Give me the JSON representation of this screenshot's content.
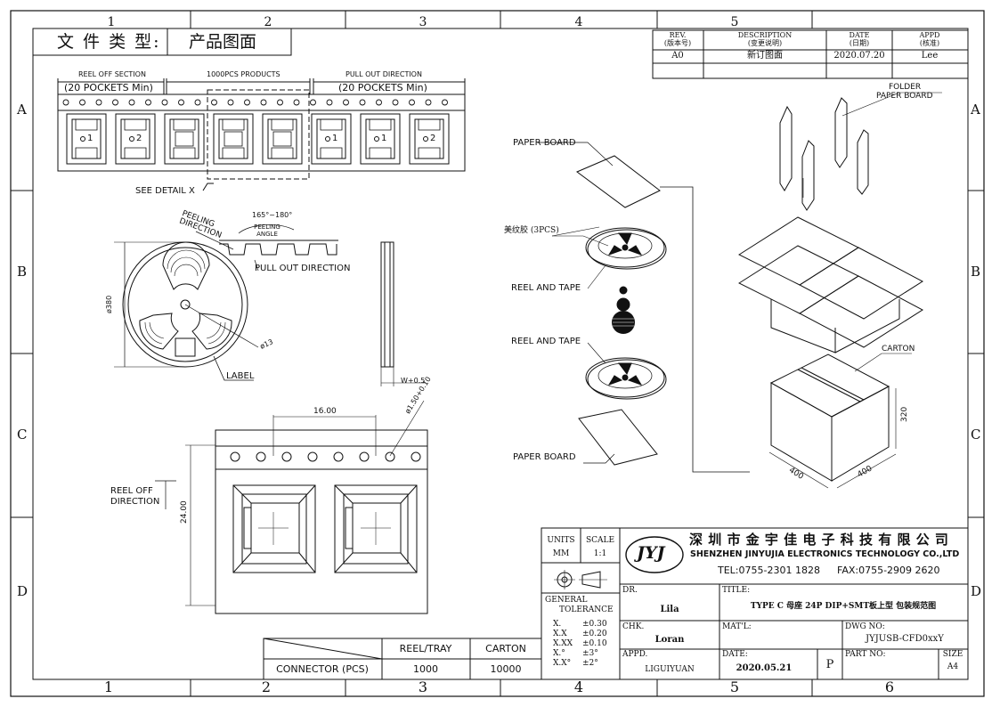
{
  "frame": {
    "top_numbers": [
      "1",
      "2",
      "3",
      "4",
      "5"
    ],
    "bottom_numbers": [
      "1",
      "2",
      "3",
      "4",
      "5",
      "6"
    ],
    "left_letters": [
      "A",
      "B",
      "C",
      "D"
    ],
    "right_letters": [
      "A",
      "B",
      "C",
      "D"
    ]
  },
  "doc_type": {
    "label": "文 件 类 型:",
    "value": "产品图面"
  },
  "revision_table": {
    "headers": [
      {
        "en": "REV.",
        "cn": "(版本号)"
      },
      {
        "en": "DESCRIPTION",
        "cn": "(变更说明)"
      },
      {
        "en": "DATE",
        "cn": "(日期)"
      },
      {
        "en": "APPD",
        "cn": "(核准)"
      }
    ],
    "row": {
      "rev": "A0",
      "description": "新订图面",
      "date": "2020.07.20",
      "appd": "Lee"
    }
  },
  "tape_strip": {
    "reel_off_section": "REEL OFF SECTION",
    "reel_off_pockets": "(20 POCKETS Min)",
    "products": "1000PCS PRODUCTS",
    "pull_out": "PULL OUT DIRECTION",
    "pull_out_pockets": "(20 POCKETS Min)",
    "pin_marks": [
      "1",
      "2",
      "",
      "",
      "",
      "1",
      "1",
      "2"
    ],
    "see_detail": "SEE DETAIL X"
  },
  "reel_view": {
    "peeling_direction": "PEELING DIRECTION",
    "peeling_angle": "PEELING ANGLE",
    "angle_range": "165°~180°",
    "pull_out": "PULL OUT DIRECTION",
    "diameter": "ø380",
    "hub": "ø13",
    "label": "LABEL",
    "width": "W+0.5"
  },
  "detail_x": {
    "pitch": "16.00",
    "hole": "ø1.50+0.10",
    "height": "24.00",
    "reel_off": "REEL OFF DIRECTION"
  },
  "exploded": {
    "folder": "FOLDER",
    "paper_board_folder": "PAPER BOARD",
    "paper_board_top": "PAPER BOARD",
    "tape_label": "美纹胶 (3PCS)",
    "reel_and_tape_1": "REEL AND TAPE",
    "reel_and_tape_2": "REEL AND TAPE",
    "paper_board_bottom": "PAPER BOARD",
    "carton": "CARTON",
    "dim_height": "320",
    "dim_width": "400",
    "dim_depth": "400"
  },
  "qty_table": {
    "headers": [
      "REEL/TRAY",
      "CARTON"
    ],
    "row_label": "CONNECTOR (PCS)",
    "values": [
      "1000",
      "10000"
    ]
  },
  "title_block": {
    "units_label": "UNITS",
    "units_value": "MM",
    "scale_label": "SCALE",
    "scale_value": "1:1",
    "general": "GENERAL",
    "tolerance": "TOLERANCE",
    "tolerances": [
      {
        "k": "X.",
        "v": "±0.30"
      },
      {
        "k": "X.X",
        "v": "±0.20"
      },
      {
        "k": "X.XX",
        "v": "±0.10"
      },
      {
        "k": "X.°",
        "v": "±3°"
      },
      {
        "k": "X.X°",
        "v": "±2°"
      }
    ],
    "logo_text": "JYJ",
    "company_cn": "深 圳 市 金 宇 佳 电 子 科 技 有 限 公 司",
    "company_en": "SHENZHEN JINYUJIA ELECTRONICS TECHNOLOGY CO.,LTD",
    "tel": "TEL:0755-2301 1828",
    "fax": "FAX:0755-2909 2620",
    "dr_label": "DR.",
    "dr_value": "Lila",
    "title_label": "TITLE:",
    "title_value": "TYPE C 母座 24P DIP+SMT板上型 包装规范图",
    "chk_label": "CHK.",
    "chk_value": "Loran",
    "matl_label": "MAT'L:",
    "dwg_label": "DWG NO:",
    "dwg_value": "JYJUSB-CFD0xxY",
    "appd_label": "APPD.",
    "appd_value": "LIGUIYUAN",
    "date_label": "DATE:",
    "date_value": "2020.05.21",
    "p_mark": "P",
    "part_label": "PART NO:",
    "size_label": "SIZE",
    "size_value": "A4"
  }
}
